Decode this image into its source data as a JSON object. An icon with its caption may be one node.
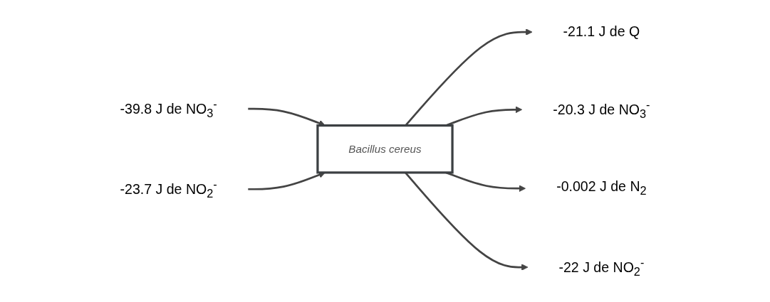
{
  "diagram": {
    "nodes": [
      {
        "text": [
          "Bacillus cereus"
        ]
      },
      {
        "text": [
          "-39.8 J de NO$_{3}$$^{-}$"
        ]
      },
      {
        "text": [
          "-23.7 J de NO$_{2}$$^{-}$"
        ]
      },
      {
        "text": [
          "-21.1 J de Q"
        ]
      },
      {
        "text": [
          "-20.3 J de NO$_{3}$$^{-}$"
        ]
      },
      {
        "text": [
          "-0.002 J de N$_{2}$"
        ]
      },
      {
        "text": [
          "-22 J de NO$_{2}$$^{-}$"
        ]
      }
    ],
    "edges": [
      {
        "from": 1,
        "to": 0,
        "arrow": "to"
      },
      {
        "from": 2,
        "to": 0,
        "arrow": "to"
      },
      {
        "from": 0,
        "to": 3,
        "arrow": "to"
      },
      {
        "from": 0,
        "to": 4,
        "arrow": "to"
      },
      {
        "from": 0,
        "to": 5,
        "arrow": "to"
      },
      {
        "from": 0,
        "to": 6,
        "arrow": "to"
      }
    ]
  }
}
